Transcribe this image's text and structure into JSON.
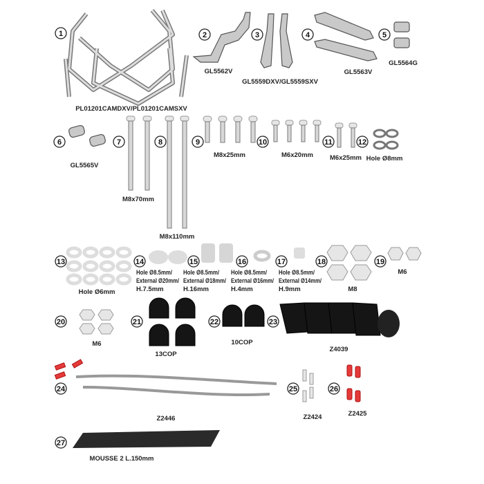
{
  "diagram": {
    "items": [
      {
        "n": "1",
        "label": "PL01201CAMDXV/PL01201CAMSXV"
      },
      {
        "n": "2",
        "label": "GL5562V"
      },
      {
        "n": "3",
        "label": "GL5559DXV/GL5559SXV"
      },
      {
        "n": "4",
        "label": "GL5563V"
      },
      {
        "n": "5",
        "label": "GL5564G"
      },
      {
        "n": "6",
        "label": "GL5565V"
      },
      {
        "n": "7",
        "label": "M8x70mm"
      },
      {
        "n": "8",
        "label": "M8x110mm"
      },
      {
        "n": "9",
        "label": "M8x25mm"
      },
      {
        "n": "10",
        "label": "M6x20mm"
      },
      {
        "n": "11",
        "label": "M6x25mm"
      },
      {
        "n": "12",
        "label": "Hole Ø8mm"
      },
      {
        "n": "13",
        "label": "Hole Ø6mm"
      },
      {
        "n": "14",
        "label_lines": [
          "Hole Ø8.5mm/",
          "External Ø20mm/",
          "H.7.5mm"
        ]
      },
      {
        "n": "15",
        "label_lines": [
          "Hole Ø8.5mm/",
          "External Ø18mm/",
          "H.16mm"
        ]
      },
      {
        "n": "16",
        "label_lines": [
          "Hole Ø8.5mm/",
          "External Ø16mm/",
          "H.4mm"
        ]
      },
      {
        "n": "17",
        "label_lines": [
          "Hole Ø8.5mm/",
          "External Ø14mm/",
          "H.9mm"
        ]
      },
      {
        "n": "18",
        "label": "M8"
      },
      {
        "n": "19",
        "label": "M6"
      },
      {
        "n": "20",
        "label": "M6"
      },
      {
        "n": "21",
        "label": "13COP"
      },
      {
        "n": "22",
        "label": "10COP"
      },
      {
        "n": "23",
        "label": "Z4039"
      },
      {
        "n": "24",
        "label": "Z2446"
      },
      {
        "n": "25",
        "label": "Z2424"
      },
      {
        "n": "26",
        "label": "Z2425"
      },
      {
        "n": "27",
        "label": "MOUSSE 2 L.150mm"
      }
    ]
  }
}
